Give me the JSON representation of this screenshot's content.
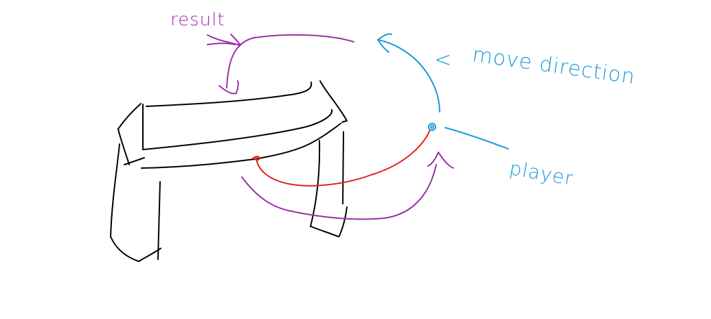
{
  "diagram": {
    "labels": {
      "result": "result",
      "move_direction": "move direction",
      "move_direction_arrow": "<",
      "player": "player"
    },
    "colors": {
      "structure": "#000000",
      "result_arrow": "#9b30a8",
      "move_direction": "#1a9ad8",
      "projection": "#e61e1e",
      "background": "#ffffff"
    },
    "elements": [
      "table-like structure (black)",
      "player dot (blue)",
      "move direction arc arrow (blue)",
      "projection curve from player to structure edge (red)",
      "result arrow from below up to player (purple)",
      "result arrow from top down onto structure (purple)"
    ]
  }
}
